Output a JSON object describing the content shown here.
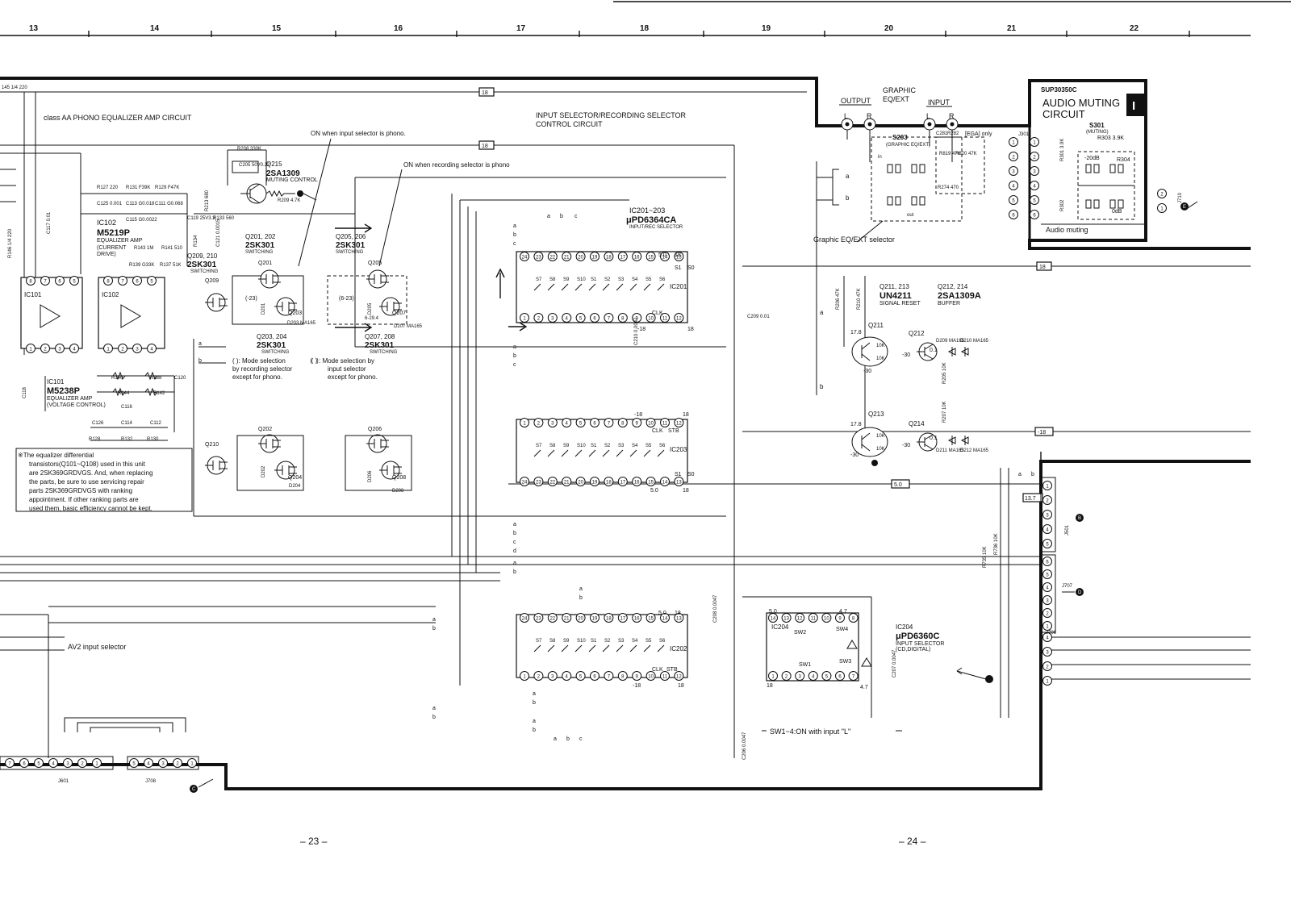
{
  "grid_columns": [
    "13",
    "14",
    "15",
    "16",
    "17",
    "18",
    "19",
    "20",
    "21",
    "22"
  ],
  "page_numbers": [
    "– 23 –",
    "– 24 –"
  ],
  "top_left_fragment": "145  1/4  220",
  "phono": {
    "title": "class AA PHONO EQUALIZER AMP CIRCUIT",
    "ic101_label": "IC101",
    "ic102_label": "IC102",
    "ic102_block": [
      "IC102",
      "M5219P",
      "EQUALIZER AMP",
      "(CURRENT",
      " DRIVE)"
    ],
    "ic101_block": [
      "IC101",
      "M5238P",
      "EQUALIZER AMP",
      "(VOLTAGE CONTROL)"
    ],
    "resistors": [
      "R127 220",
      "R131 F39K",
      "R129 F47K",
      "R143 1M",
      "R141 510",
      "R139 G33K",
      "R137 51K",
      "R140",
      "R138",
      "R144",
      "R142",
      "R128",
      "R132",
      "R130",
      "R146 1/4 220"
    ],
    "capacitors": [
      "C125 0.001",
      "C113 G0.018",
      "C111 G0.068",
      "C115 G0.0022",
      "C117 0.01",
      "C116",
      "C126",
      "C114",
      "C112",
      "C118",
      "C120"
    ],
    "note_lines": [
      "※The equalizer differential",
      "transistors(Q101~Q108) used in this unit",
      "are 2SK369GRDVGS. And, when replacing",
      "the parts, be sure to use servicing repair",
      "parts 2SK369GRDVGS with ranking",
      "appointment. If other ranking parts are",
      "used them, basic efficiency cannot be kept."
    ]
  },
  "muting": {
    "q215": "Q215",
    "part": "2SA1309",
    "role": "MUTING CONTROL",
    "r208": "R208 330K",
    "c205": "C205 50V0.22",
    "r209": "R209 4.7K",
    "r213": "R213 680",
    "r133": "R133 560",
    "r134": "R134",
    "c119": "C119 25V3.3",
    "c121": "C121 0.0015"
  },
  "switching": {
    "q201_202": [
      "Q201, 202",
      "2SK301",
      "SWITCHING"
    ],
    "q205_206": [
      "Q205, 206",
      "2SK301",
      "SWITCHING"
    ],
    "q209_210": [
      "Q209, 210",
      "2SK301",
      "SWITCHING"
    ],
    "q203_204": [
      "Q203, 204",
      "2SK301",
      "SWITCHING"
    ],
    "q207_208": [
      "Q207, 208",
      "2SK301",
      "SWITCHING"
    ],
    "q_labels": [
      "Q201",
      "Q209",
      "Q203",
      "Q205",
      "Q207",
      "Q202",
      "Q210",
      "Q204",
      "Q206",
      "Q208"
    ],
    "diodes": [
      "D203 MA165",
      "D207 MA165",
      "D204",
      "D208",
      "D201",
      "D202",
      "D205",
      "D206"
    ],
    "voltages": [
      "(-23)",
      "(6-23)",
      "6-29.4",
      "-18"
    ],
    "mode_rec": [
      "( ): Mode selection",
      "by recording selector",
      "except for phono."
    ],
    "mode_input": [
      "⟪ ⟫: Mode selection by",
      "input selector",
      "except for phono."
    ],
    "on_phono_input": "ON when input selector is phono.",
    "on_phono_rec": "ON when recording selector is phono"
  },
  "selector": {
    "title_lines": [
      "INPUT SELECTOR/RECORDING SELECTOR",
      "CONTROL CIRCUIT"
    ],
    "ic_range": "IC201~203",
    "ic_part": "μPD6364CA",
    "ic_role": "INPUT/REC SELECTOR",
    "ic201": "IC201",
    "ic202": "IC202",
    "ic203": "IC203",
    "bus_18": "18",
    "bus_neg18": "-18",
    "bus_5": "5.0",
    "bus_13_7": "13.7",
    "clk": "CLK",
    "stb": "STB",
    "s1": "S1",
    "s0": "S0",
    "abc": [
      "a",
      "b",
      "c",
      "d"
    ],
    "switch_labels": [
      "S7",
      "S8",
      "S9",
      "S10",
      "S1",
      "S2",
      "S3",
      "S4",
      "S5",
      "S6"
    ],
    "c208": "C208 0.0047",
    "c209": "C209 0.01",
    "c210": "C210 0.0047",
    "c206": "C206 0.0047",
    "av2": "AV2 input selector"
  },
  "ic204": {
    "label": "IC204",
    "part": "μPD6360C",
    "role_lines": [
      "INPUT SELECTOR",
      "(CD,DIGITAL)"
    ],
    "sw_labels": [
      "SW1",
      "SW2",
      "SW3",
      "SW4"
    ],
    "c207": "C207 0.0047",
    "vals": [
      "5.0",
      "4.7",
      "18"
    ],
    "sw_note": "SW1~4:ON with input \"L\""
  },
  "graphic": {
    "title_lines": [
      "GRAPHIC",
      "EQ/EXT"
    ],
    "output": "OUTPUT",
    "input": "INPUT",
    "l": "L",
    "r": "R",
    "s203": "S203",
    "s203_sub": "(GRAPHIC EQ/EXT)",
    "ega": "[EGA] only",
    "parts": [
      "R819 47K",
      "R820 47K",
      "R274 470",
      "R282",
      "C281",
      "in",
      "out"
    ],
    "selector_label": "Graphic EQ/EXT selector",
    "r206": "R206 47K",
    "r210": "R210 47K"
  },
  "signal_reset": {
    "q211_213": [
      "Q211, 213",
      "UN4211",
      "SIGNAL RESET"
    ],
    "q212_214": [
      "Q212, 214",
      "2SA1309A",
      "BUFFER"
    ],
    "transistors": [
      "Q211",
      "Q212",
      "Q213",
      "Q214"
    ],
    "r10k": "10K",
    "voltages": [
      "17.8",
      "-30",
      "-30",
      "-30",
      "-30",
      "0.1",
      "0.1"
    ],
    "diodes": [
      "D209 MA165",
      "D210 MA165",
      "D211 MA165",
      "D212 MA165"
    ],
    "resistors": [
      "R205 10K",
      "R207 10K"
    ]
  },
  "audio_muting": {
    "sup": "SUP30350C",
    "title_lines": [
      "AUDIO MUTING",
      "CIRCUIT"
    ],
    "badge": "I",
    "s301": "S301",
    "s301_sub": "(MUTING)",
    "r303": "R303 3.9K",
    "r304": "R304",
    "r301": "R301 3.9K",
    "r302": "R302",
    "db20": "-20dB",
    "db0": "0dB",
    "footer": "Audio muting",
    "j301": "J301",
    "j710": "J710",
    "connector_e": "E"
  },
  "connectors": {
    "j501": "J501",
    "j707": "J707",
    "j706": "J706",
    "j601": "J601",
    "j708": "J708",
    "b": "B",
    "d": "D",
    "c": "C",
    "r735": "R735 10K",
    "r736": "R736 10K"
  },
  "pin_numbers": [
    "1",
    "2",
    "3",
    "4",
    "5",
    "6",
    "7",
    "8",
    "9",
    "10",
    "11",
    "12",
    "13",
    "14",
    "15",
    "16",
    "17",
    "18",
    "19",
    "20",
    "21",
    "22",
    "23",
    "24"
  ]
}
